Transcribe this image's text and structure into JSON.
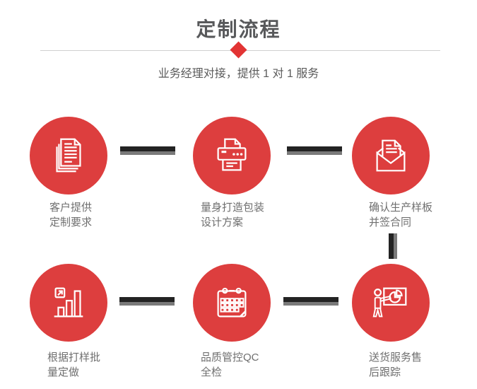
{
  "page": {
    "title": "定制流程",
    "subtitle": "业务经理对接，提供 1 对 1 服务"
  },
  "colors": {
    "circle_red": "#dd3e3e",
    "diamond_red": "#e23434",
    "title_gray": "#58595b",
    "subtitle_gray": "#5a5a5a",
    "label_gray": "#6f6f6f",
    "divider_gray": "#d0d0d0",
    "connector_black": "#232323",
    "connector_gray": "#7a7a7a"
  },
  "steps": [
    {
      "icon": "documents-icon",
      "label_line1": "客户提供",
      "label_line2": "定制要求"
    },
    {
      "icon": "printer-icon",
      "label_line1": "量身打造包装",
      "label_line2": "设计方案"
    },
    {
      "icon": "envelope-icon",
      "label_line1": "确认生产样板",
      "label_line2": "并签合同"
    },
    {
      "icon": "bar-chart-icon",
      "label_line1": "根据打样批",
      "label_line2": "量定做"
    },
    {
      "icon": "calendar-icon",
      "label_line1": "品质管控QC",
      "label_line2": "全检"
    },
    {
      "icon": "presentation-icon",
      "label_line1": "送货服务售",
      "label_line2": "后跟踪"
    }
  ]
}
